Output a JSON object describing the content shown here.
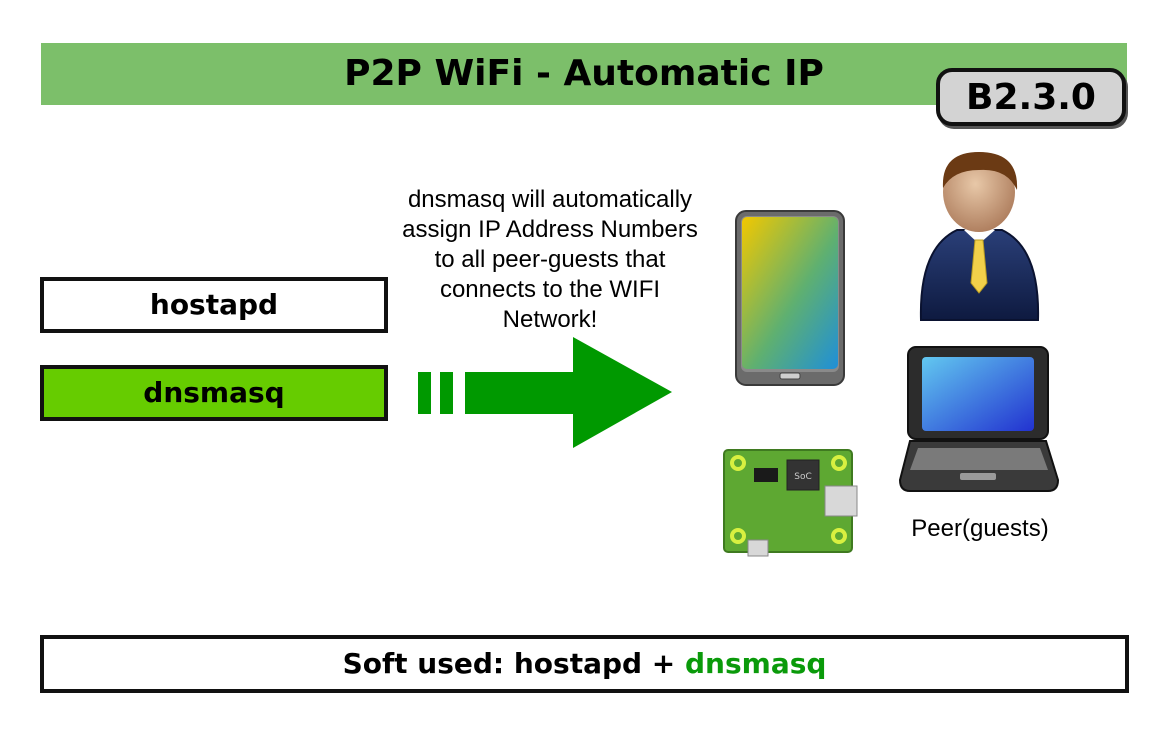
{
  "title": "P2P WiFi - Automatic IP",
  "version": "B2.3.0",
  "software_boxes": {
    "hostapd": "hostapd",
    "dnsmasq": "dnsmasq"
  },
  "description_lines": [
    "dnsmasq will automatically",
    "assign IP Address Numbers",
    "to all peer-guests that",
    "connects to the WIFI",
    "Network!"
  ],
  "board_chip_label": "SoC",
  "peer_label": "Peer(guests)",
  "footer": {
    "prefix": "Soft used: hostapd + ",
    "accent": "dnsmasq"
  },
  "colors": {
    "title_bar": "#7cbf6a",
    "dnsmasq_box": "#66cc00",
    "arrow": "#009900",
    "footer_accent": "#0a9a0a",
    "badge": "#d3d3d3"
  },
  "icons": [
    "smartphone-icon",
    "user-icon",
    "laptop-icon",
    "board-icon",
    "arrow-right-icon"
  ]
}
